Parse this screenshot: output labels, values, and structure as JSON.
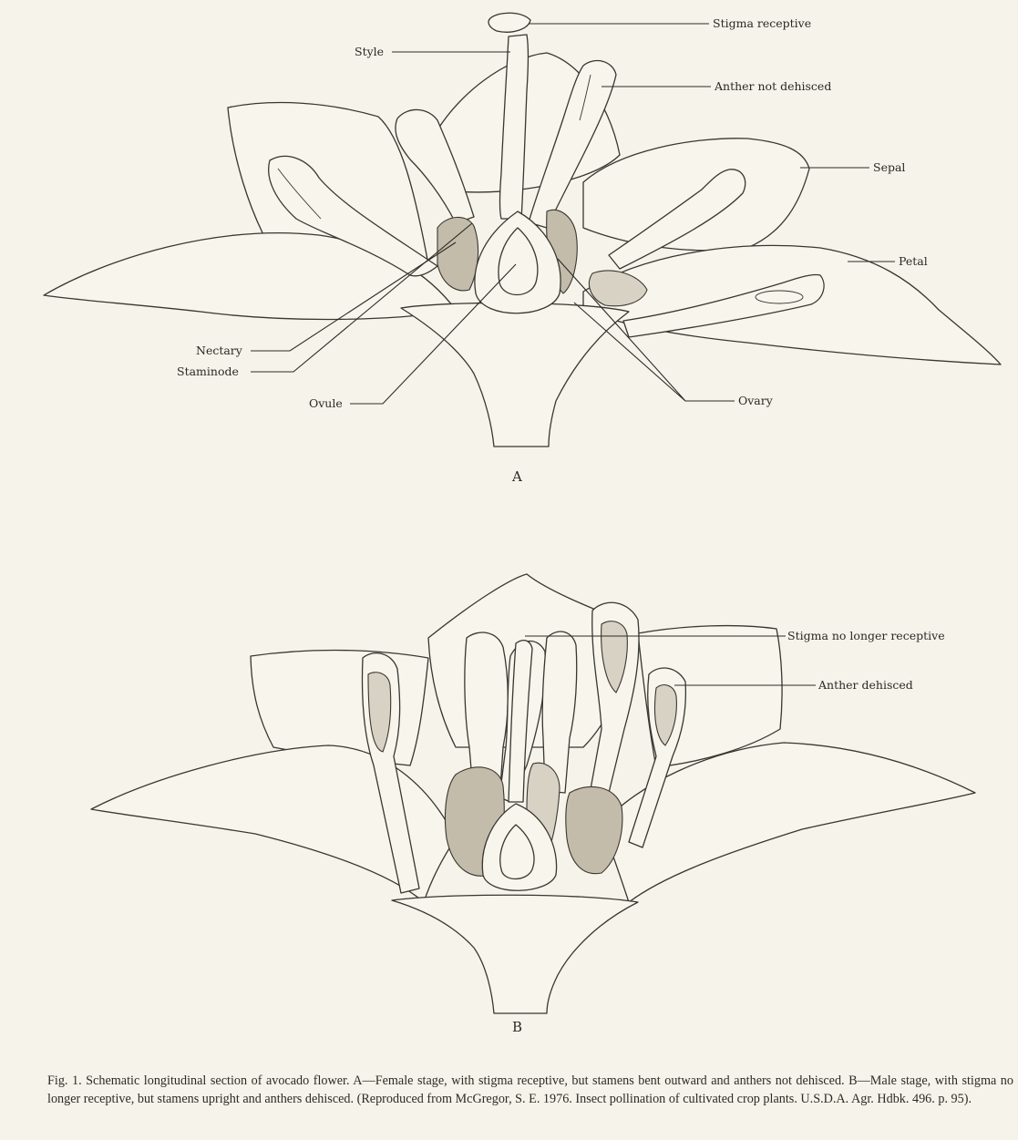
{
  "figure": {
    "panel_a": {
      "letter": "A",
      "labels": {
        "stigma": "Stigma receptive",
        "style": "Style",
        "anther": "Anther not dehisced",
        "sepal": "Sepal",
        "petal": "Petal",
        "nectary": "Nectary",
        "staminode": "Staminode",
        "ovule": "Ovule",
        "ovary": "Ovary"
      }
    },
    "panel_b": {
      "letter": "B",
      "labels": {
        "stigma": "Stigma no longer receptive",
        "anther": "Anther dehisced"
      }
    },
    "caption": "Fig. 1. Schematic longitudinal section of avocado flower. A—Female stage, with stigma receptive, but stamens bent outward and anthers not dehisced. B—Male stage, with stigma no longer receptive, but stamens upright and anthers dehisced. (Reproduced from McGregor, S. E. 1976. Insect pollination of cultivated crop plants. U.S.D.A. Agr. Hdbk. 496. p. 95)."
  }
}
